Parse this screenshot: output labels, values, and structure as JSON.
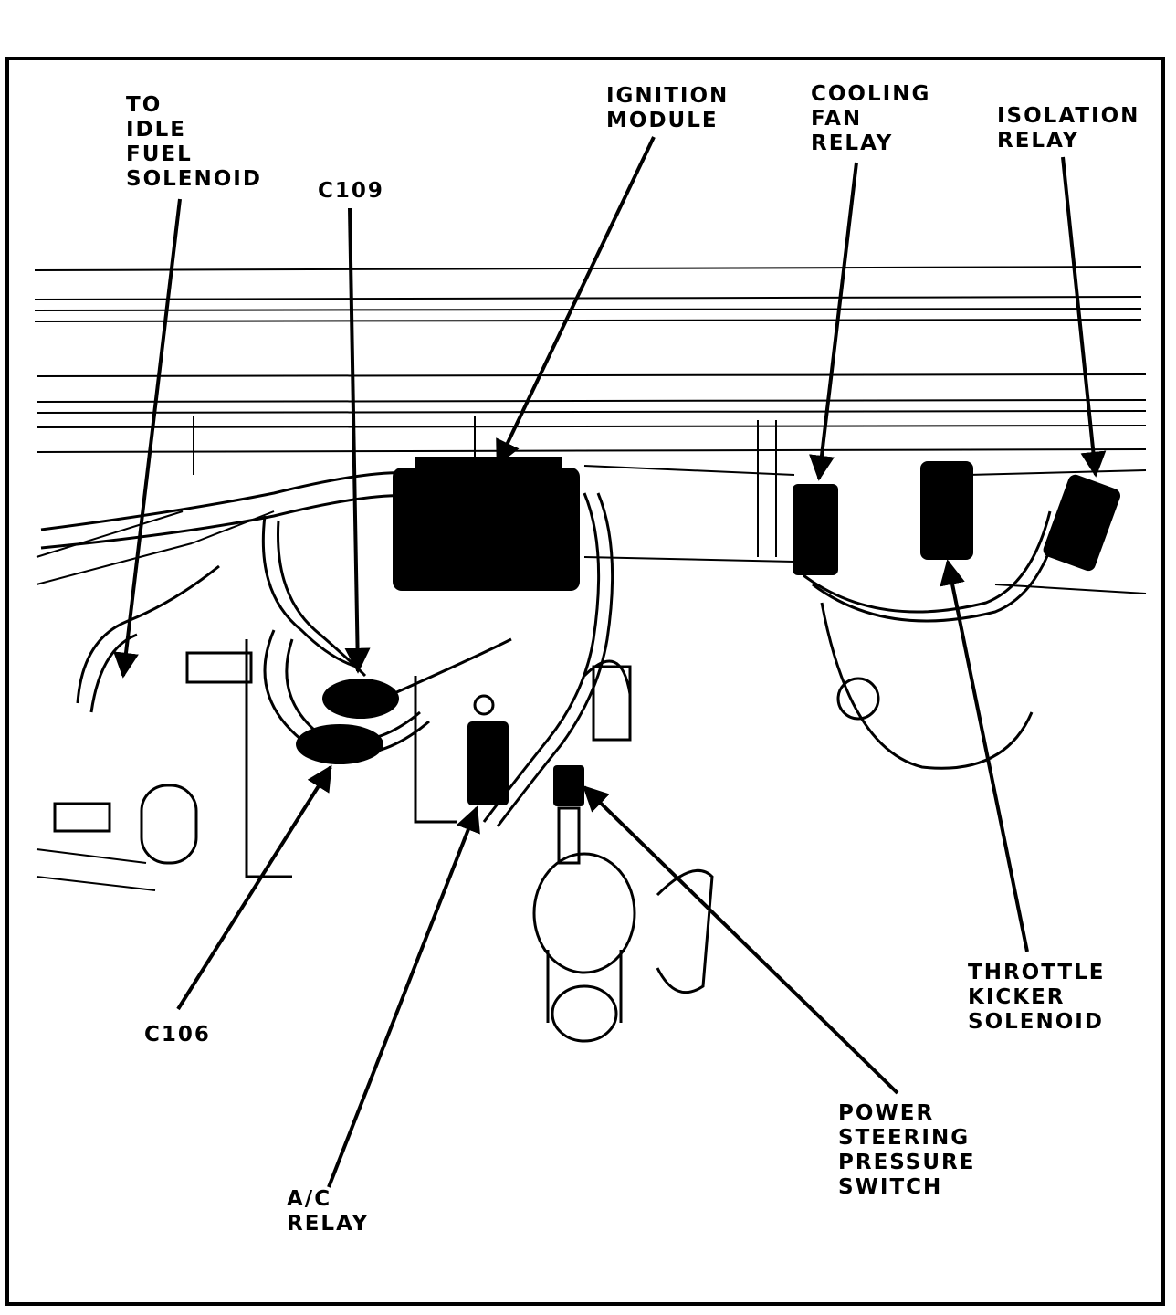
{
  "labels": {
    "idle_fuel_solenoid": [
      "TO",
      "IDLE",
      "FUEL",
      "SOLENOID"
    ],
    "c109": [
      "C109"
    ],
    "ignition_module": [
      "IGNITION",
      "MODULE"
    ],
    "cooling_fan_relay": [
      "COOLING",
      "FAN",
      "RELAY"
    ],
    "isolation_relay": [
      "ISOLATION",
      "RELAY"
    ],
    "c106": [
      "C106"
    ],
    "ac_relay": [
      "A/C",
      "RELAY"
    ],
    "power_steering_pressure_switch": [
      "POWER",
      "STEERING",
      "PRESSURE",
      "SWITCH"
    ],
    "throttle_kicker_solenoid": [
      "THROTTLE",
      "KICKER",
      "SOLENOID"
    ]
  },
  "colors": {
    "ink": "#000000",
    "paper": "#ffffff"
  }
}
